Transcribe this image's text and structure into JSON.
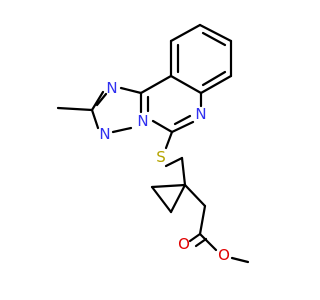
{
  "colors": {
    "background": "#ffffff",
    "carbon_bond": "#000000",
    "nitrogen": "#3030f0",
    "sulfur": "#b5a400",
    "oxygen": "#e00000"
  },
  "atoms": {
    "n1": "N",
    "n2": "N",
    "n3": "N",
    "n4": "N",
    "s": "S",
    "o_carbonyl": "O",
    "o_ester": "O"
  }
}
